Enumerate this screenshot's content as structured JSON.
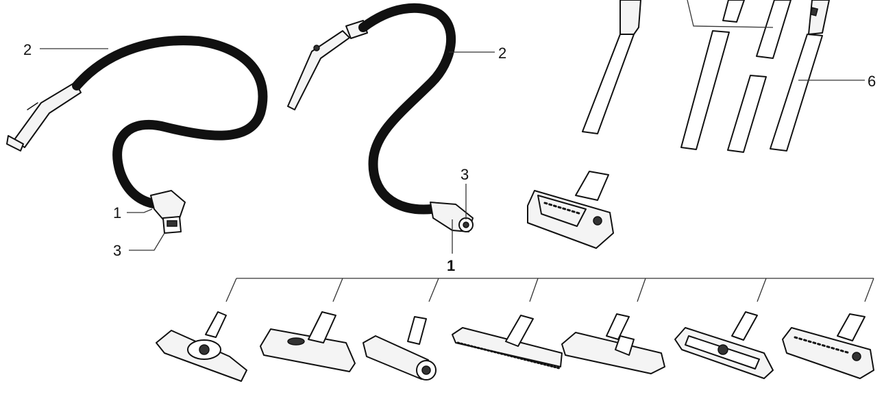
{
  "colors": {
    "ink": "#111111",
    "fill": "#f4f4f4",
    "background": "#ffffff"
  },
  "callouts": {
    "hose_a": "2",
    "hose_b": "2",
    "tube_group": "6",
    "grip_a": "1",
    "connector_a": "3",
    "connector_b": "3",
    "nozzle_group": "1"
  },
  "parts": {
    "hoses": [
      "hose-coiled",
      "hose-looped"
    ],
    "tubes": [
      "tube-long",
      "tube-segment-upper",
      "tube-segment-lower",
      "tube-short",
      "tube-telescopic"
    ],
    "nozzles": [
      "nozzle-1",
      "nozzle-2",
      "nozzle-3",
      "nozzle-4",
      "nozzle-5",
      "nozzle-6",
      "nozzle-7",
      "nozzle-8"
    ]
  }
}
